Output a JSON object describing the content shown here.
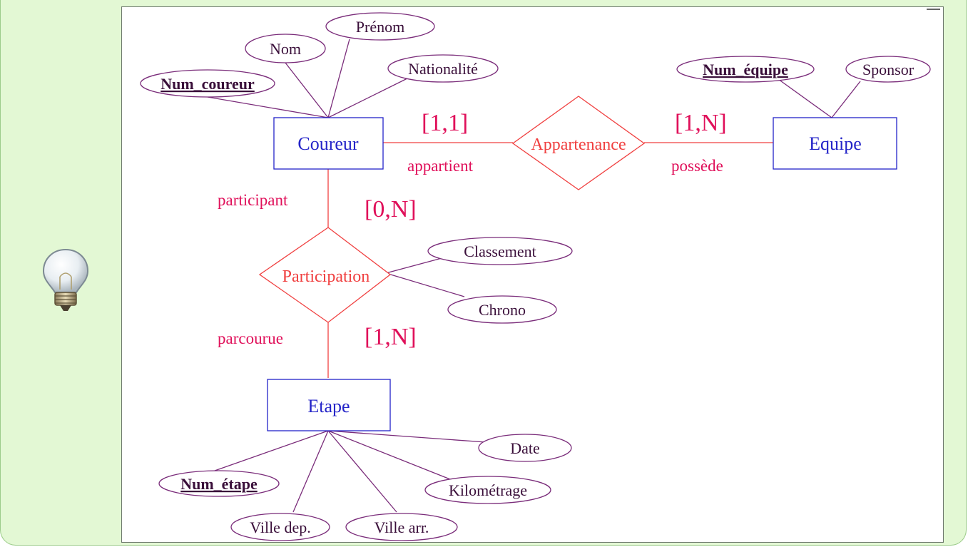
{
  "colors": {
    "entity": "#2424c8",
    "relationship": "#f04040",
    "attribute": "#7a2c7a",
    "cardinality": "#e0105a",
    "panel": "#e3f8d4"
  },
  "icons": {
    "hint": "lightbulb-icon"
  },
  "diagram": {
    "entities": {
      "coureur": "Coureur",
      "equipe": "Equipe",
      "etape": "Etape"
    },
    "relationships": {
      "appartenance": "Appartenance",
      "participation": "Participation"
    },
    "attributes": {
      "num_coureur": "Num_coureur",
      "nom": "Nom",
      "prenom": "Prénom",
      "nationalite": "Nationalité",
      "num_equipe": "Num_équipe",
      "sponsor": "Sponsor",
      "classement": "Classement",
      "chrono": "Chrono",
      "num_etape": "Num_étape",
      "ville_dep": "Ville dep.",
      "ville_arr": "Ville arr.",
      "kilometrage": "Kilométrage",
      "date": "Date"
    },
    "cardinalities": {
      "coureur_appartenance": "[1,1]",
      "equipe_appartenance": "[1,N]",
      "coureur_participation": "[0,N]",
      "etape_participation": "[1,N]"
    },
    "roles": {
      "appartient": "appartient",
      "possede": "possède",
      "participant": "participant",
      "parcourue": "parcourue"
    }
  }
}
